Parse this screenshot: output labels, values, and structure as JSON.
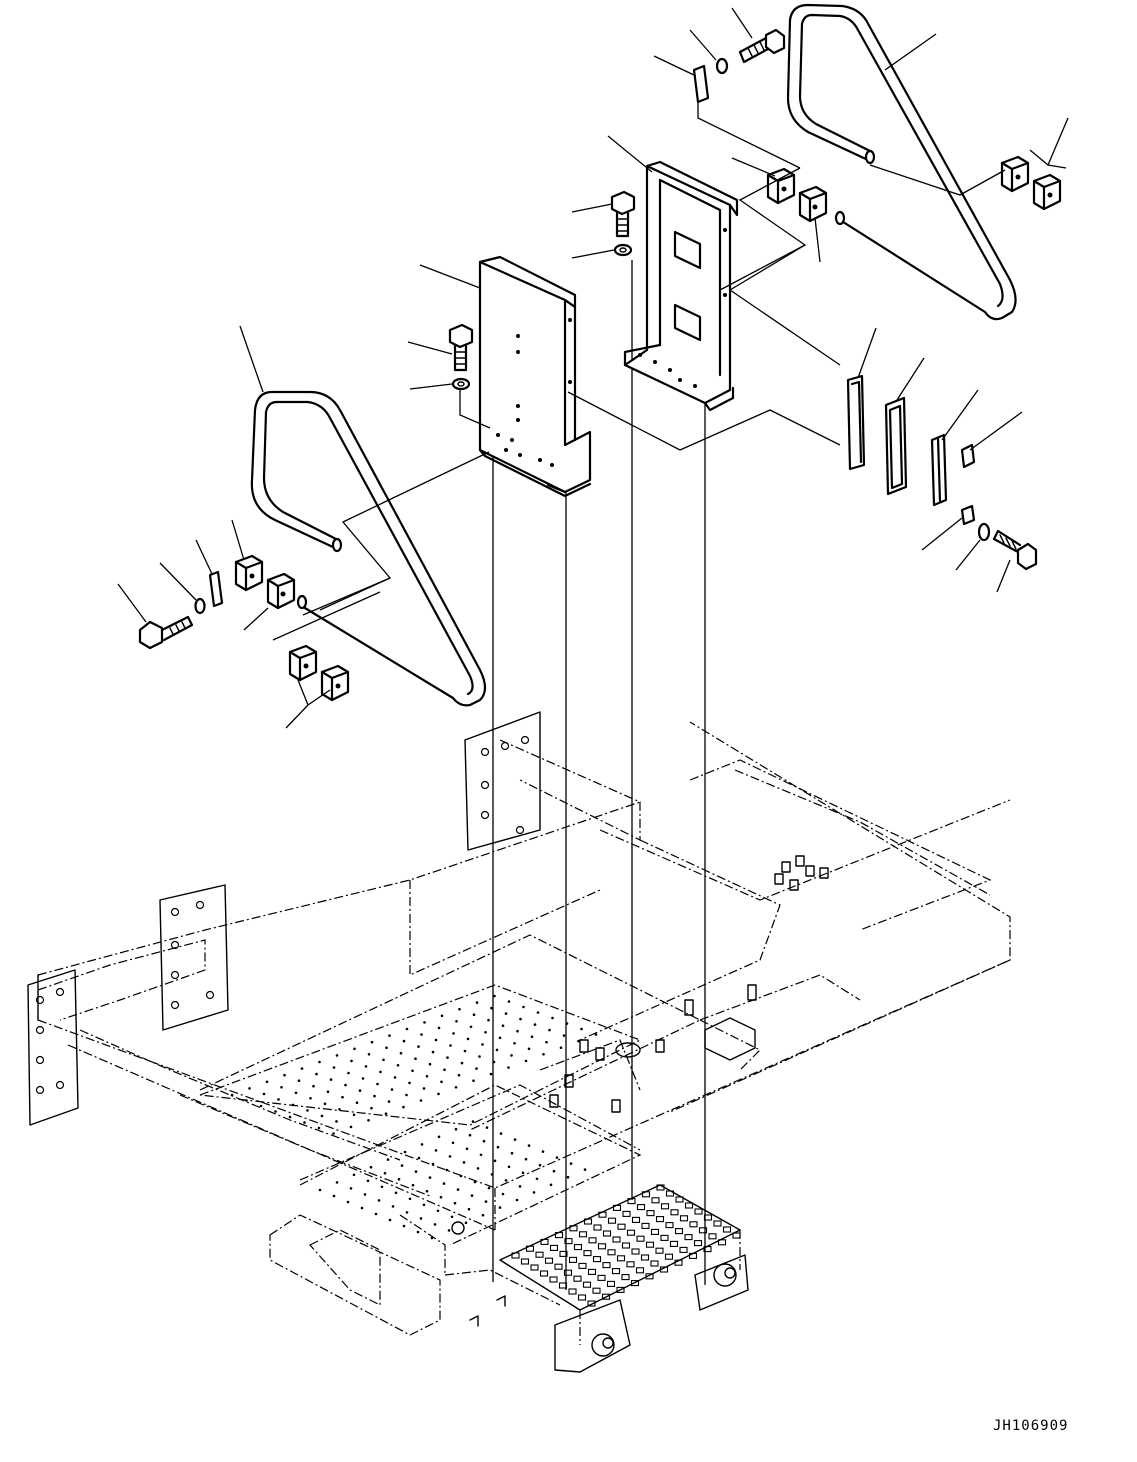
{
  "drawing": {
    "code": "JH106909"
  },
  "colors": {
    "ink": "#000000",
    "paper": "#ffffff"
  },
  "parts": [
    {
      "name": "left-handrail"
    },
    {
      "name": "right-handrail"
    },
    {
      "name": "left-bracket"
    },
    {
      "name": "right-bracket"
    },
    {
      "name": "clamp-blocks"
    },
    {
      "name": "bolts"
    },
    {
      "name": "washers"
    },
    {
      "name": "plates"
    },
    {
      "name": "rubber-seal"
    },
    {
      "name": "clip"
    },
    {
      "name": "upper-frame"
    }
  ]
}
